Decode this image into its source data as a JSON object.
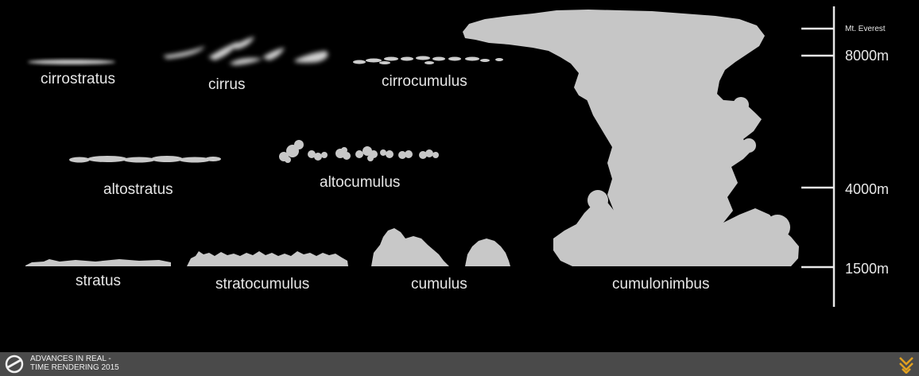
{
  "cloud_labels": {
    "cirrostratus": "cirrostratus",
    "cirrus": "cirrus",
    "cirrocumulus": "cirrocumulus",
    "altostratus": "altostratus",
    "altocumulus": "altocumulus",
    "stratus": "stratus",
    "stratocumulus": "stratocumulus",
    "cumulus": "cumulus",
    "cumulonimbus": "cumulonimbus"
  },
  "altitude_labels": {
    "everest": "Mt. Everest",
    "alt_8000": "8000m",
    "alt_4000": "4000m",
    "alt_1500": "1500m"
  },
  "footer": {
    "line1": "ADVANCES IN REAL -",
    "line2": "TIME RENDERING 2015"
  },
  "colors": {
    "background": "#000000",
    "cloud": "#c8c8c8",
    "footer_bg": "#4a4a4a",
    "corner_logo": "#e0a020"
  }
}
